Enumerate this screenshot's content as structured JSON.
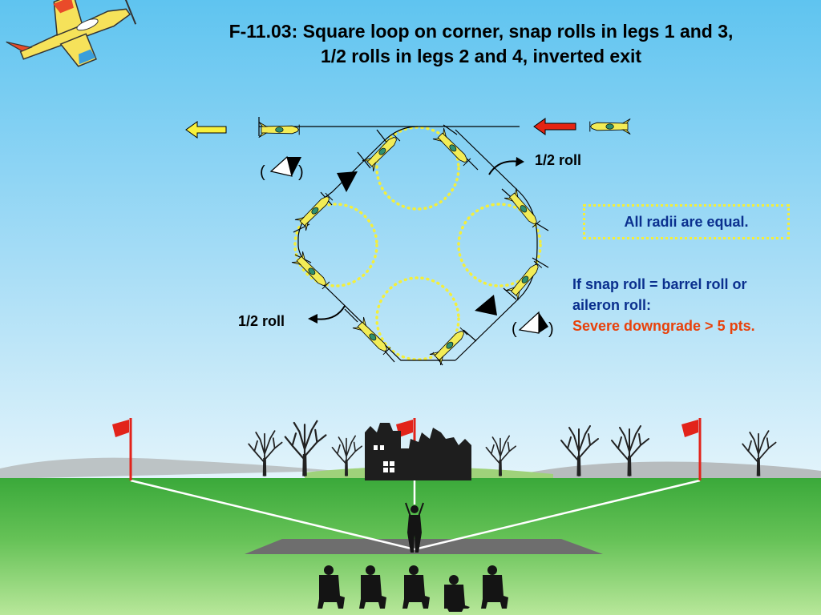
{
  "title": {
    "line1": "F-11.03: Square loop on corner, snap rolls in legs 1 and 3,",
    "line2": "1/2  rolls in legs 2 and 4, inverted exit"
  },
  "labels": {
    "half_roll_right": "1/2 roll",
    "half_roll_left": "1/2 roll",
    "radii_note": "All radii are equal.",
    "snap_note_line1": "If snap roll = barrel roll or",
    "snap_note_line2": "aileron roll:",
    "downgrade_note": "Severe downgrade > 5 pts."
  },
  "colors": {
    "sky_top": "#5fc4f0",
    "sky_bottom": "#dff3fb",
    "grass_light": "#7ccc60",
    "grass_dark": "#3fae3c",
    "ground_far": "#b7e89a",
    "plane_yellow": "#f2ec56",
    "entry_arrow": "#e52412",
    "exit_arrow": "#f7f13c",
    "radius_dots": "#f4ef3a",
    "label_blue": "#0a2f8e",
    "downgrade_red": "#e8410b",
    "flag_red": "#e2231a"
  },
  "icons": {
    "entry_arrow": "red-left-arrow-icon",
    "exit_arrow": "yellow-left-arrow-icon",
    "snap_symbol": "snap-roll-triangle-icon",
    "roll_direction": "curved-arrow-icon",
    "flag": "red-flag-icon"
  }
}
